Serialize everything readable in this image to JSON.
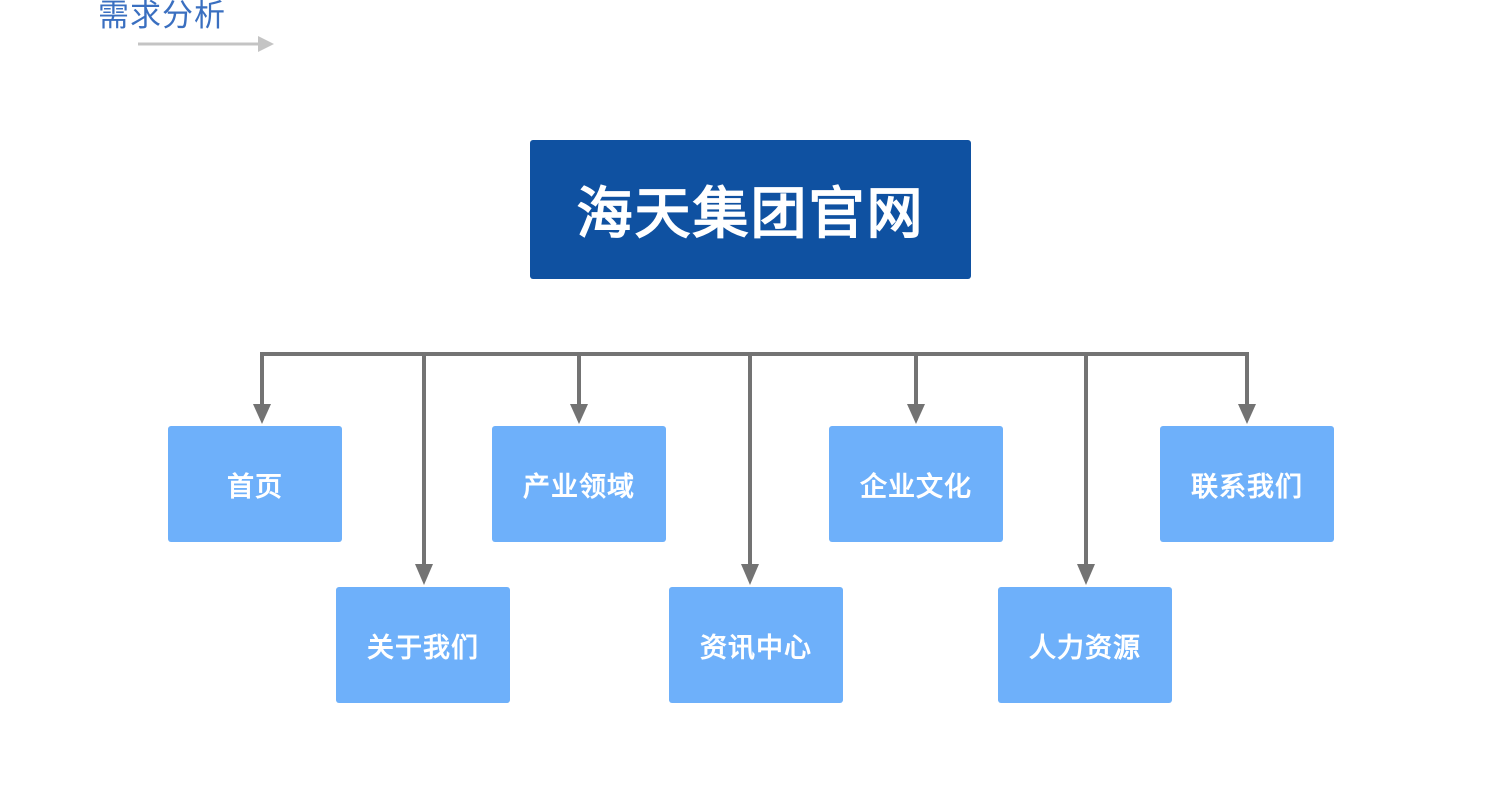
{
  "header": {
    "title": "需求分析"
  },
  "diagram": {
    "root": "海天集团官网",
    "children": [
      "首页",
      "关于我们",
      "产业领域",
      "资讯中心",
      "企业文化",
      "人力资源",
      "联系我们"
    ]
  },
  "colors": {
    "title": "#3a6fc0",
    "root_fill": "#0f51a1",
    "child_fill": "#6eb0fa",
    "connector": "#737373"
  }
}
